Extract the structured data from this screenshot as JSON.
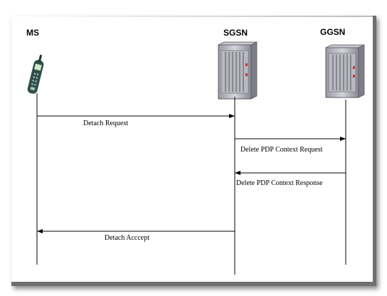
{
  "diagram": {
    "entities": [
      {
        "id": "ms",
        "label": "MS",
        "icon": "mobile-phone-icon"
      },
      {
        "id": "sgsn",
        "label": "SGSN",
        "icon": "server-rack-icon"
      },
      {
        "id": "ggsn",
        "label": "GGSN",
        "icon": "server-rack-icon"
      }
    ],
    "messages": [
      {
        "from": "ms",
        "to": "sgsn",
        "label": "Detach Request"
      },
      {
        "from": "sgsn",
        "to": "ggsn",
        "label": "Delete PDP Context Request"
      },
      {
        "from": "ggsn",
        "to": "sgsn",
        "label": "Delete PDP Context Response"
      },
      {
        "from": "sgsn",
        "to": "ms",
        "label": "Detach Acccept"
      }
    ]
  }
}
